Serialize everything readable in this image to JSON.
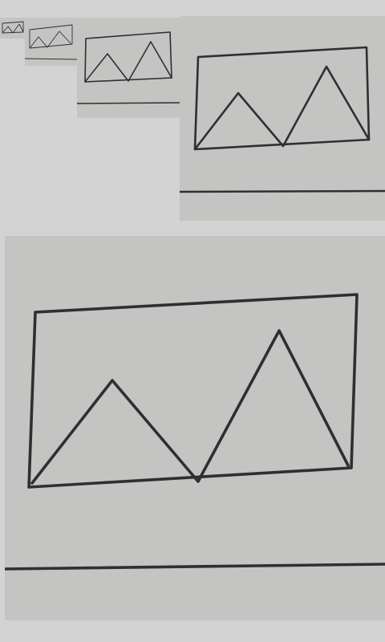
{
  "gallery": {
    "background_color": "#d3d3d3",
    "paper_color": "#c4c4c2",
    "ink_color": "#2f2f33",
    "photos": [
      {
        "subject": "hand-drawn-two-triangles-in-box"
      },
      {
        "subject": "hand-drawn-two-triangles-in-box"
      },
      {
        "subject": "hand-drawn-two-triangles-in-box"
      },
      {
        "subject": "hand-drawn-two-triangles-in-box"
      },
      {
        "subject": "hand-drawn-two-triangles-in-box"
      }
    ]
  }
}
